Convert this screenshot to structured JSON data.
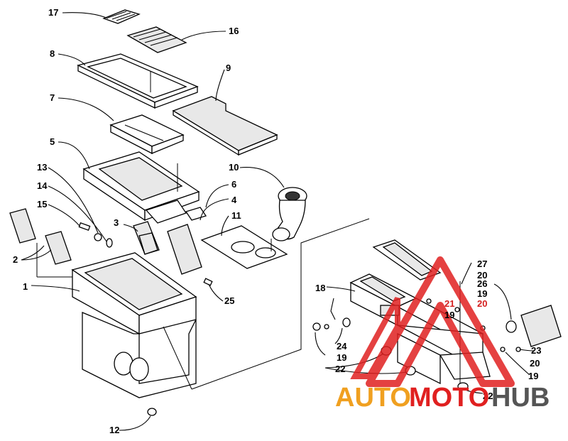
{
  "labels": {
    "l1": "1",
    "l2": "2",
    "l3": "3",
    "l4": "4",
    "l5": "5",
    "l6": "6",
    "l7": "7",
    "l8": "8",
    "l9": "9",
    "l10": "10",
    "l11": "11",
    "l12": "12",
    "l13": "13",
    "l14": "14",
    "l15": "15",
    "l16": "16",
    "l17": "17",
    "l18": "18",
    "l19a": "19",
    "l19b": "19",
    "l19c": "19",
    "l19d": "19",
    "l20a": "20",
    "l20b": "20",
    "l20c": "20",
    "l21": "21",
    "l22a": "22",
    "l22b": "22",
    "l23": "23",
    "l24": "24",
    "l25": "25",
    "l26": "26",
    "l27": "27"
  },
  "watermark": {
    "part1": "AUTO",
    "part2": "MOTO",
    "part3": "HUB",
    "colors": {
      "orange": "#f0a020",
      "red": "#e02020",
      "gray": "#555555"
    }
  }
}
